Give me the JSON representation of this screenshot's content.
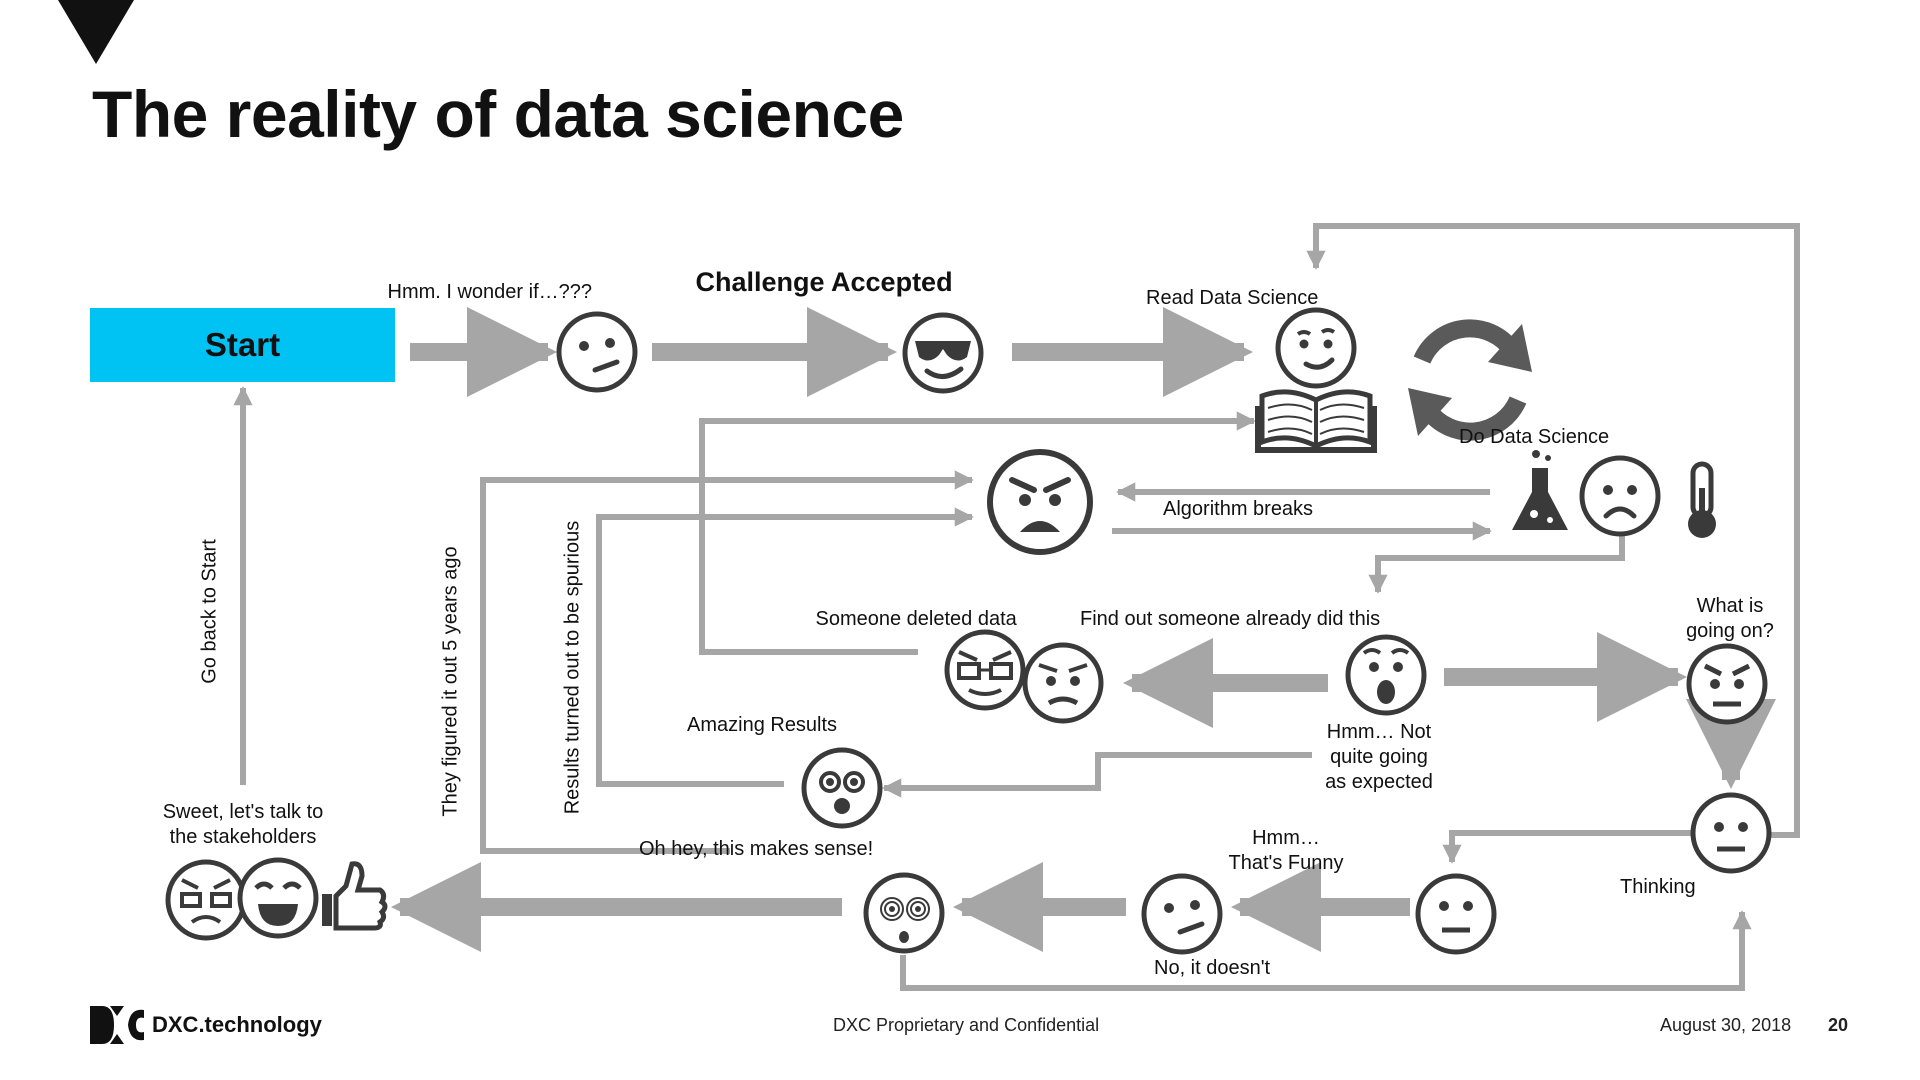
{
  "slide": {
    "title": "The reality of data science",
    "start_button": "Start"
  },
  "labels": {
    "hmm_wonder": "Hmm. I wonder if…???",
    "challenge": "Challenge Accepted",
    "read_ds": "Read Data Science",
    "do_ds": "Do Data Science",
    "algo_breaks": "Algorithm breaks",
    "someone_deleted": "Someone deleted data",
    "find_out": "Find out someone already did this",
    "what_going_1": "What is",
    "what_going_2": "going on?",
    "amazing": "Amazing Results",
    "not_quite_1": "Hmm… Not",
    "not_quite_2": "quite going",
    "not_quite_3": "as expected",
    "sweet_1": "Sweet, let's talk to",
    "sweet_2": "the stakeholders",
    "oh_hey": "Oh hey, this makes sense!",
    "thats_funny_1": "Hmm…",
    "thats_funny_2": "That's Funny",
    "thinking": "Thinking",
    "no_doesnt": "No, it doesn't",
    "go_back": "Go back to Start",
    "figured": "They figured it out 5 years ago",
    "spurious": "Results turned out to be spurious"
  },
  "footer": {
    "brand": "DXC.technology",
    "confidential": "DXC Proprietary and Confidential",
    "date": "August 30, 2018",
    "page": "20"
  },
  "icons": {
    "corner": "triangle-down-icon",
    "smirk": "smirking-face-icon",
    "cool": "sunglasses-face-icon",
    "read": "reading-book-face-icon",
    "cycle": "refresh-cycle-icon",
    "angry": "angry-face-icon",
    "flask": "flask-icon",
    "sad": "sad-face-icon",
    "thermometer": "thermometer-icon",
    "shocked": "shocked-face-icon",
    "frustrated": "frustrated-face-icon",
    "neutral": "neutral-face-icon",
    "dizzy": "dizzy-face-icon",
    "thumbs": "thumbs-up-icon",
    "logo": "dxc-logo-icon"
  },
  "colors": {
    "start": "#00c2f3",
    "arrow": "#a6a6a6",
    "face_stroke": "#3a3a3a",
    "cycle": "#5a5a5a"
  }
}
